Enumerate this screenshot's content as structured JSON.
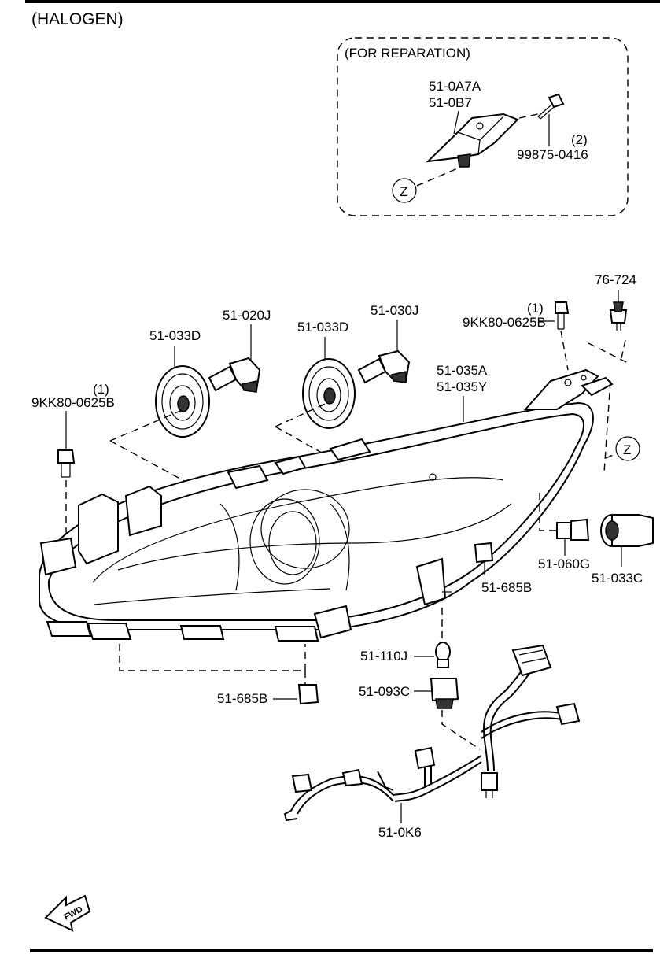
{
  "header": {
    "title": "(HALOGEN)"
  },
  "inset": {
    "title": "(FOR REPARATION)",
    "zone_marker": "Z"
  },
  "zone_marker": "Z",
  "labels": {
    "bracket_a": "51-0A7A",
    "bracket_b": "51-0B7",
    "screw_qty": "(2)",
    "screw": "99875-0416",
    "clip_76": "76-724",
    "bolt_right_qty": "(1)",
    "bolt_right": "9KK80-0625B",
    "bolt_left_qty": "(1)",
    "bolt_left": "9KK80-0625B",
    "cap_left": "51-033D",
    "bulb_low": "51-020J",
    "cap_mid": "51-033D",
    "bulb_high": "51-030J",
    "housing_a": "51-035A",
    "housing_y": "51-035Y",
    "bulb_pos": "51-060G",
    "cap_pos": "51-033C",
    "clip_right": "51-685B",
    "bulb_signal": "51-110J",
    "socket": "51-093C",
    "clip_bottom": "51-685B",
    "harness": "51-0K6"
  },
  "fwd_marker": "FWD"
}
